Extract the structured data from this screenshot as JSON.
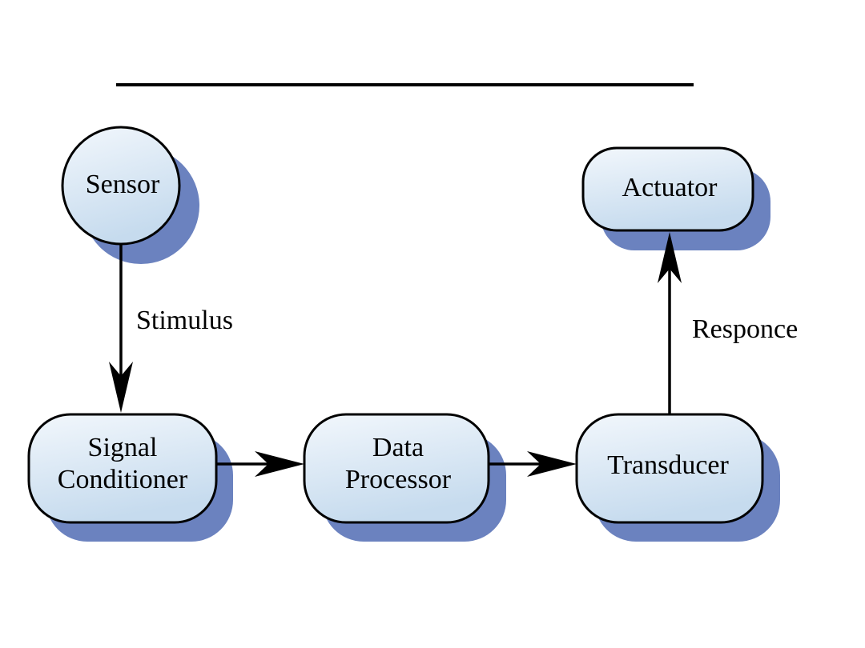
{
  "colors": {
    "node_fill_light": "#f2f7fc",
    "node_fill_dark": "#c6dbee",
    "node_shadow": "#6b82bf",
    "stroke": "#000000",
    "background": "#ffffff"
  },
  "title_rule": true,
  "nodes": {
    "sensor": {
      "lines": [
        "Sensor"
      ],
      "shape": "circle"
    },
    "signal_conditioner": {
      "lines": [
        "Signal",
        "Conditioner"
      ],
      "shape": "rounded-rect"
    },
    "data_processor": {
      "lines": [
        "Data",
        "Processor"
      ],
      "shape": "rounded-rect"
    },
    "transducer": {
      "lines": [
        "Transducer"
      ],
      "shape": "rounded-rect"
    },
    "actuator": {
      "lines": [
        "Actuator"
      ],
      "shape": "rounded-rect"
    }
  },
  "edges": {
    "stimulus": {
      "label": "Stimulus",
      "from": "Sensor",
      "to": "Signal Conditioner"
    },
    "conditioner_to_processor": {
      "from": "Signal Conditioner",
      "to": "Data Processor"
    },
    "processor_to_transducer": {
      "from": "Data Processor",
      "to": "Transducer"
    },
    "response": {
      "label": "Responce",
      "from": "Transducer",
      "to": "Actuator"
    }
  }
}
